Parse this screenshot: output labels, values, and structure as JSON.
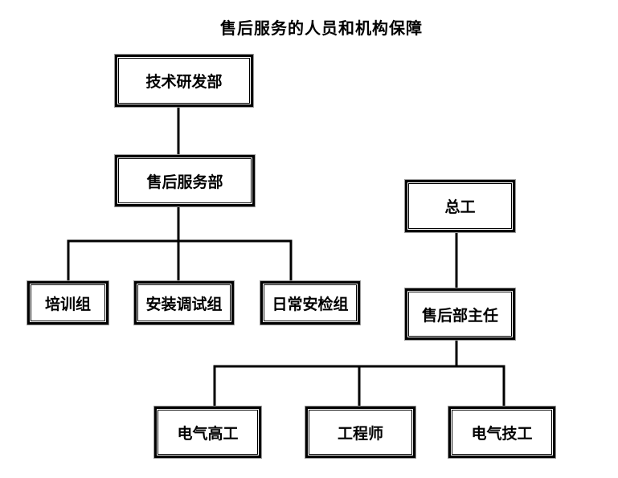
{
  "title": "售后服务的人员和机构保障",
  "colors": {
    "background": "#ffffff",
    "box_border": "#000000",
    "box_outer_ring": "#999999",
    "connector": "#000000",
    "text": "#000000"
  },
  "nodes": {
    "tech_rd": {
      "label": "技术研发部"
    },
    "after_sales_dept": {
      "label": "售后服务部"
    },
    "training": {
      "label": "培训组"
    },
    "install_debug": {
      "label": "安装调试组"
    },
    "daily_safety": {
      "label": "日常安检组"
    },
    "chief_engineer": {
      "label": "总工"
    },
    "after_sales_director": {
      "label": "售后部主任"
    },
    "electrical_senior": {
      "label": "电气高工"
    },
    "engineer": {
      "label": "工程师"
    },
    "electrical_technician": {
      "label": "电气技工"
    }
  },
  "edges": [
    {
      "from": "技术研发部",
      "to": "售后服务部"
    },
    {
      "from": "售后服务部",
      "to": "培训组"
    },
    {
      "from": "售后服务部",
      "to": "安装调试组"
    },
    {
      "from": "售后服务部",
      "to": "日常安检组"
    },
    {
      "from": "总工",
      "to": "售后部主任"
    },
    {
      "from": "售后部主任",
      "to": "电气高工"
    },
    {
      "from": "售后部主任",
      "to": "工程师"
    },
    {
      "from": "售后部主任",
      "to": "电气技工"
    }
  ]
}
